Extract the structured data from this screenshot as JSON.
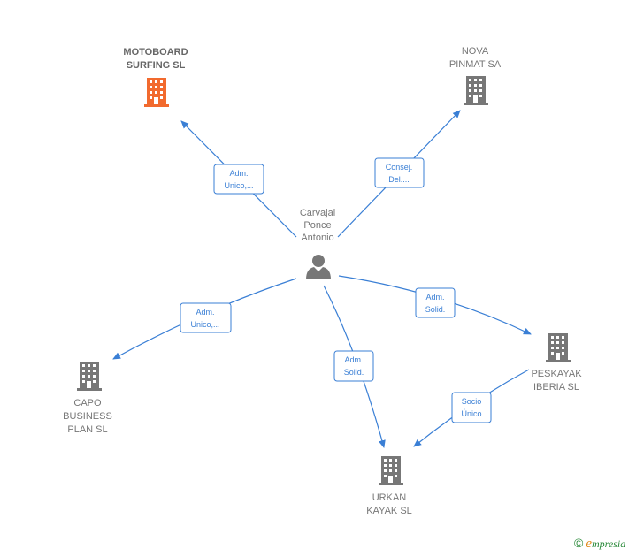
{
  "colors": {
    "edge": "#3a7fd5",
    "building": "#777777",
    "building_highlight": "#f26a2e",
    "person": "#777777"
  },
  "nodes": {
    "motoboard": {
      "line1": "MOTOBOARD",
      "line2": "SURFING  SL",
      "icon": "building-icon"
    },
    "nova": {
      "line1": "NOVA",
      "line2": "PINMAT SA",
      "icon": "building-icon"
    },
    "person": {
      "line1": "Carvajal",
      "line2": "Ponce",
      "line3": "Antonio",
      "icon": "person-icon"
    },
    "capo": {
      "line1": "CAPO",
      "line2": "BUSINESS",
      "line3": "PLAN  SL",
      "icon": "building-icon"
    },
    "peskayak": {
      "line1": "PESKAYAK",
      "line2": "IBERIA  SL",
      "icon": "building-icon"
    },
    "urkan": {
      "line1": "URKAN",
      "line2": "KAYAK  SL",
      "icon": "building-icon"
    }
  },
  "edges": {
    "e_motoboard": {
      "line1": "Adm.",
      "line2": "Unico,..."
    },
    "e_nova": {
      "line1": "Consej.",
      "line2": "Del...."
    },
    "e_capo": {
      "line1": "Adm.",
      "line2": "Unico,..."
    },
    "e_peskayak": {
      "line1": "Adm.",
      "line2": "Solid."
    },
    "e_urkan": {
      "line1": "Adm.",
      "line2": "Solid."
    },
    "e_socio": {
      "line1": "Socio",
      "line2": "Único"
    }
  },
  "footer": {
    "copyright": "©",
    "brand_initial": "e",
    "brand_rest": "mpresia"
  }
}
